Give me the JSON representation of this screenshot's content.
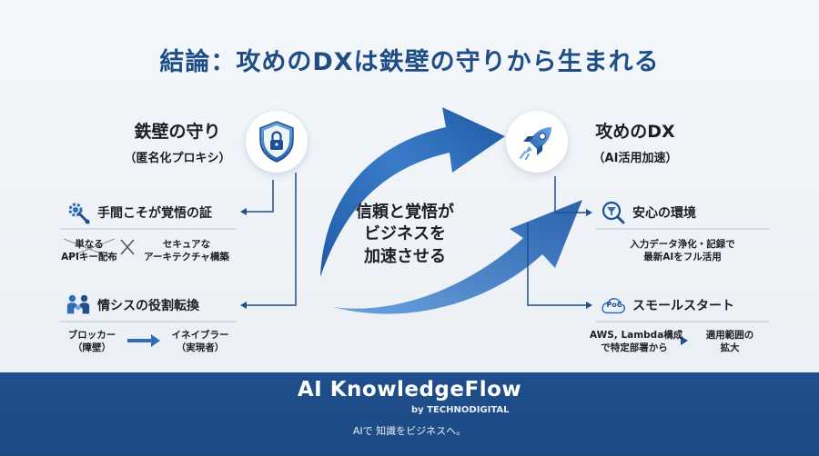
{
  "title": "結論：攻めのDXは鉄壁の守りから生まれる",
  "left": {
    "title": "鉄壁の守り",
    "subtitle": "（匿名化プロキシ）",
    "badge_icon": "shield-lock-icon",
    "items": [
      {
        "icon": "gear-wrench-icon",
        "label": "手間こそが覚悟の証",
        "from_text": [
          "単なる",
          "APIキー配布"
        ],
        "to_text": [
          "セキュアな",
          "アーキテクチャ構築"
        ]
      },
      {
        "icon": "people-handshake-icon",
        "label": "情シスの役割転換",
        "from_text": [
          "ブロッカー",
          "（障壁）"
        ],
        "to_text": [
          "イネイブラー",
          "（実現者）"
        ]
      }
    ]
  },
  "center": {
    "lines": [
      "信頼と覚悟が",
      "ビジネスを",
      "加速させる"
    ]
  },
  "right": {
    "title": "攻めのDX",
    "subtitle": "（AI活用加速）",
    "badge_icon": "rocket-icon",
    "items": [
      {
        "icon": "filter-search-icon",
        "label": "安心の環境",
        "desc": [
          "入力データ浄化・記録で",
          "最新AIをフル活用"
        ]
      },
      {
        "icon": "poc-cloud-icon",
        "icon_text": "PoC",
        "label": "スモールスタート",
        "from_text": [
          "AWS, Lambda構成",
          "で特定部署から"
        ],
        "to_text": [
          "適用範囲の",
          "拡大"
        ]
      }
    ]
  },
  "footer": {
    "brand": "AI KnowledgeFlow",
    "by": "by TECHNODIGITAL",
    "tagline": "AIで 知識をビジネスへ。"
  },
  "colors": {
    "title": "#1f4e86",
    "accent": "#2f6db5",
    "footer": "#1f4f8c"
  }
}
